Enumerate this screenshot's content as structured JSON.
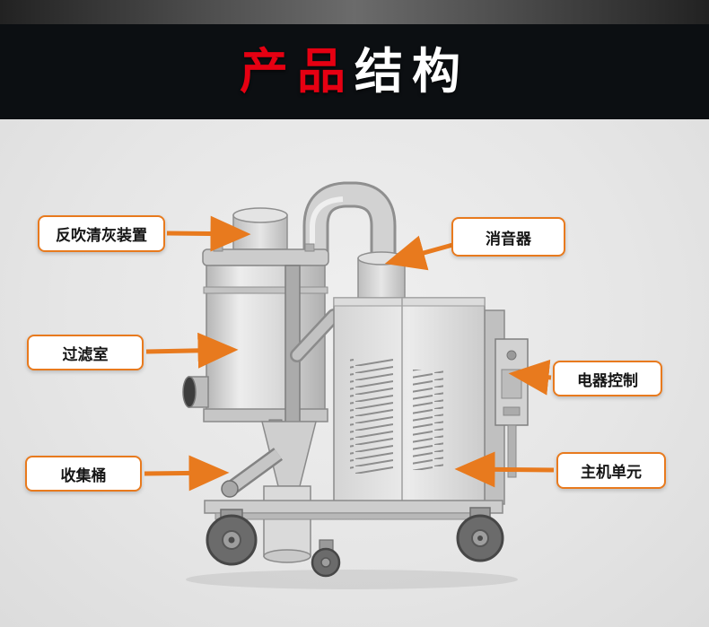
{
  "banner": {
    "title_part1": "产品",
    "title_part2": "结构"
  },
  "callouts": [
    {
      "id": "blowback",
      "label": "反吹清灰装置"
    },
    {
      "id": "muffler",
      "label": "消音器"
    },
    {
      "id": "filter-chamber",
      "label": "过滤室"
    },
    {
      "id": "electric-control",
      "label": "电器控制"
    },
    {
      "id": "collection-bucket",
      "label": "收集桶"
    },
    {
      "id": "main-unit",
      "label": "主机单元"
    }
  ],
  "colors": {
    "banner_bg": "#0c0f12",
    "title_red": "#e60012",
    "title_white": "#ffffff",
    "callout_orange": "#e87a1e",
    "background": "#e5e5e5"
  }
}
